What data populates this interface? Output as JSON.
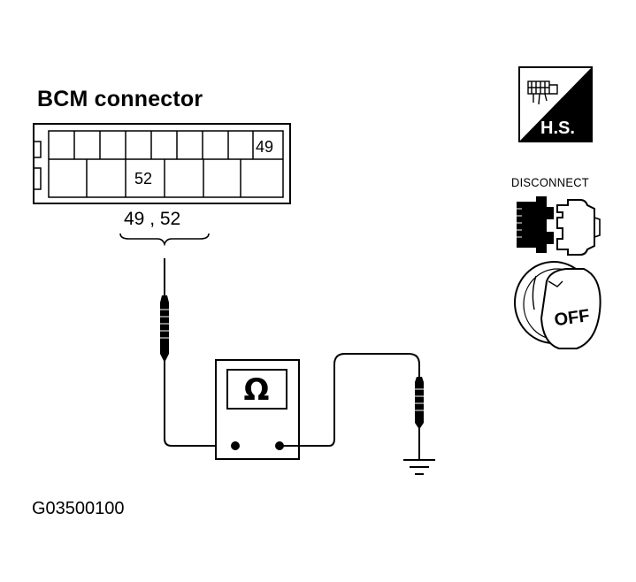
{
  "diagram": {
    "title": "BCM connector",
    "pins": {
      "upper_label": "49",
      "lower_label": "52",
      "pair_label": "49 , 52"
    },
    "meter_symbol": "Ω",
    "figure_code": "G03500100",
    "icons": {
      "harness_side": {
        "name": "harness-side-icon",
        "label": "H.S."
      },
      "disconnect": {
        "name": "disconnect-connector-icon",
        "label": "DISCONNECT"
      },
      "ignition": {
        "name": "ignition-key-off-icon",
        "label": "OFF"
      }
    }
  }
}
